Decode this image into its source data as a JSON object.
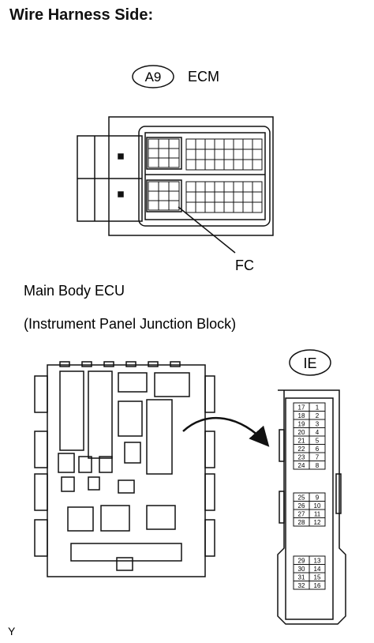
{
  "heading": "Wire Harness Side:",
  "ecm": {
    "connector_code": "A9",
    "name": "ECM",
    "pointer_label": "FC"
  },
  "ecu": {
    "name_line1": "Main Body ECU",
    "name_line2": "(Instrument Panel Junction Block)",
    "connector_code": "IE",
    "pin_groups": [
      {
        "left": [
          "17",
          "18",
          "19",
          "20",
          "21",
          "22",
          "23",
          "24"
        ],
        "right": [
          "1",
          "2",
          "3",
          "4",
          "5",
          "6",
          "7",
          "8"
        ]
      },
      {
        "left": [
          "25",
          "26",
          "27",
          "28"
        ],
        "right": [
          "9",
          "10",
          "11",
          "12"
        ]
      },
      {
        "left": [
          "29",
          "30",
          "31",
          "32"
        ],
        "right": [
          "13",
          "14",
          "15",
          "16"
        ]
      }
    ]
  },
  "footer_mark": "Y"
}
